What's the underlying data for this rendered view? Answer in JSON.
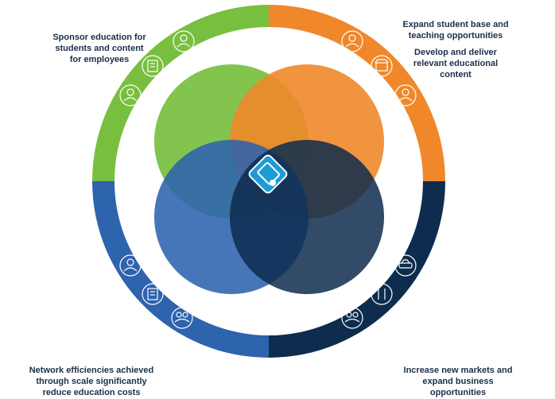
{
  "captions": {
    "top_left": [
      "Sponsor education for",
      "students and content",
      "for employees"
    ],
    "top_right_1": [
      "Expand student base and",
      "teaching opportunities"
    ],
    "top_right_2": [
      "Develop and deliver",
      "relevant educational",
      "content"
    ],
    "bottom_left": [
      "Network efficiencies achieved",
      "through scale significantly",
      "reduce education costs"
    ],
    "bottom_right": [
      "Increase new markets and",
      "expand business",
      "opportunities"
    ]
  },
  "colors": {
    "green": "#79bf3f",
    "orange": "#f0882b",
    "blue": "#2e63ae",
    "navy": "#0d2c4e",
    "center_badge": "#1d9bd7"
  },
  "icons": {
    "top_left": [
      "person-icon",
      "building-icon",
      "person-icon"
    ],
    "top_right": [
      "person-icon",
      "storefront-icon",
      "person-icon"
    ],
    "bottom_left": [
      "person-icon",
      "building-icon",
      "people-icon"
    ],
    "bottom_right": [
      "car-icon",
      "tools-icon",
      "people-icon"
    ],
    "center": "diploma-badge-icon"
  }
}
